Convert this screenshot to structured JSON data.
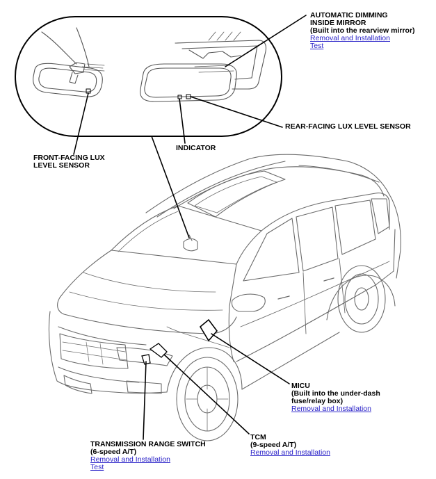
{
  "colors": {
    "text": "#000000",
    "link": "#2a22c8",
    "line": "#000000",
    "drawing": "#6b6b6b"
  },
  "labels": {
    "mirror": {
      "title_1": "AUTOMATIC DIMMING",
      "title_2": "INSIDE MIRROR",
      "desc": "(Built into the rearview mirror)",
      "link_1": "Removal and Installation",
      "link_2": "Test"
    },
    "rear_sensor": {
      "title": "REAR-FACING LUX LEVEL SENSOR"
    },
    "front_sensor": {
      "title_1": "FRONT-FACING LUX",
      "title_2": "LEVEL SENSOR"
    },
    "indicator": {
      "title": "INDICATOR"
    },
    "micu": {
      "title": "MICU",
      "desc_1": "(Built into the under-dash",
      "desc_2": "fuse/relay box)",
      "link_1": "Removal and Installation"
    },
    "tcm": {
      "title": "TCM",
      "desc": "(9-speed A/T)",
      "link_1": "Removal and Installation"
    },
    "trs": {
      "title": "TRANSMISSION RANGE SWITCH",
      "desc": "(6-speed A/T)",
      "link_1": "Removal and Installation",
      "link_2": "Test"
    }
  }
}
